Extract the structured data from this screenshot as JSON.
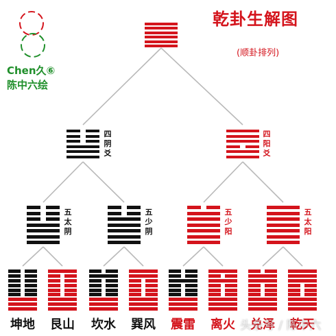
{
  "title": "乾卦生解图",
  "subtitle": "(顺卦排列)",
  "logo": {
    "line1": "Chen久⑥",
    "line2": "陈中六绘"
  },
  "colors": {
    "red": "#d4141c",
    "black": "#111111",
    "green": "#1f8f2a",
    "line": "#b9b9b9"
  },
  "levels": {
    "root": {
      "lines": "111111",
      "color": "red"
    },
    "level1": [
      {
        "label": "四阴爻",
        "lines": "000111",
        "color": "black"
      },
      {
        "label": "四阳爻",
        "lines": "111011",
        "color": "red"
      }
    ],
    "level2": [
      {
        "label": "五太阴",
        "lines": "0001111",
        "color": "black"
      },
      {
        "label": "五少阴",
        "lines": "0011111",
        "color": "black"
      },
      {
        "label": "五少阳",
        "lines": "0111111",
        "color": "red"
      },
      {
        "label": "五太阳",
        "lines": "1111111",
        "color": "red"
      }
    ],
    "level3": [
      {
        "label": "坤地",
        "lines": "000000111",
        "color": "black"
      },
      {
        "label": "艮山",
        "lines": "100000111",
        "color": "red"
      },
      {
        "label": "坎水",
        "lines": "010000111",
        "color": "black"
      },
      {
        "label": "巽风",
        "lines": "110000111",
        "color": "red"
      },
      {
        "label": "震雷",
        "lines": "001000111",
        "color": "black"
      },
      {
        "label": "离火",
        "lines": "101000111",
        "color": "red"
      },
      {
        "label": "兑泽",
        "lines": "011000111",
        "color": "red"
      },
      {
        "label": "乾天",
        "lines": "111000111",
        "color": "red"
      }
    ]
  },
  "watermark": "头条号 / 陈中六"
}
